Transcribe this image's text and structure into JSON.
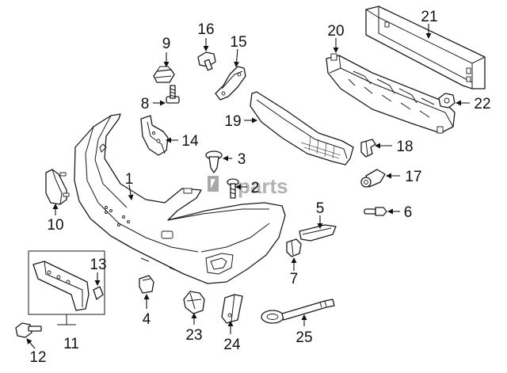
{
  "watermark": "parts",
  "callouts": [
    {
      "id": "1",
      "label": "1"
    },
    {
      "id": "2",
      "label": "2"
    },
    {
      "id": "3",
      "label": "3"
    },
    {
      "id": "4",
      "label": "4"
    },
    {
      "id": "5",
      "label": "5"
    },
    {
      "id": "6",
      "label": "6"
    },
    {
      "id": "7",
      "label": "7"
    },
    {
      "id": "8",
      "label": "8"
    },
    {
      "id": "9",
      "label": "9"
    },
    {
      "id": "10",
      "label": "10"
    },
    {
      "id": "11",
      "label": "11"
    },
    {
      "id": "12",
      "label": "12"
    },
    {
      "id": "13",
      "label": "13"
    },
    {
      "id": "14",
      "label": "14"
    },
    {
      "id": "15",
      "label": "15"
    },
    {
      "id": "16",
      "label": "16"
    },
    {
      "id": "17",
      "label": "17"
    },
    {
      "id": "18",
      "label": "18"
    },
    {
      "id": "19",
      "label": "19"
    },
    {
      "id": "20",
      "label": "20"
    },
    {
      "id": "21",
      "label": "21"
    },
    {
      "id": "22",
      "label": "22"
    },
    {
      "id": "23",
      "label": "23"
    },
    {
      "id": "24",
      "label": "24"
    },
    {
      "id": "25",
      "label": "25"
    }
  ]
}
